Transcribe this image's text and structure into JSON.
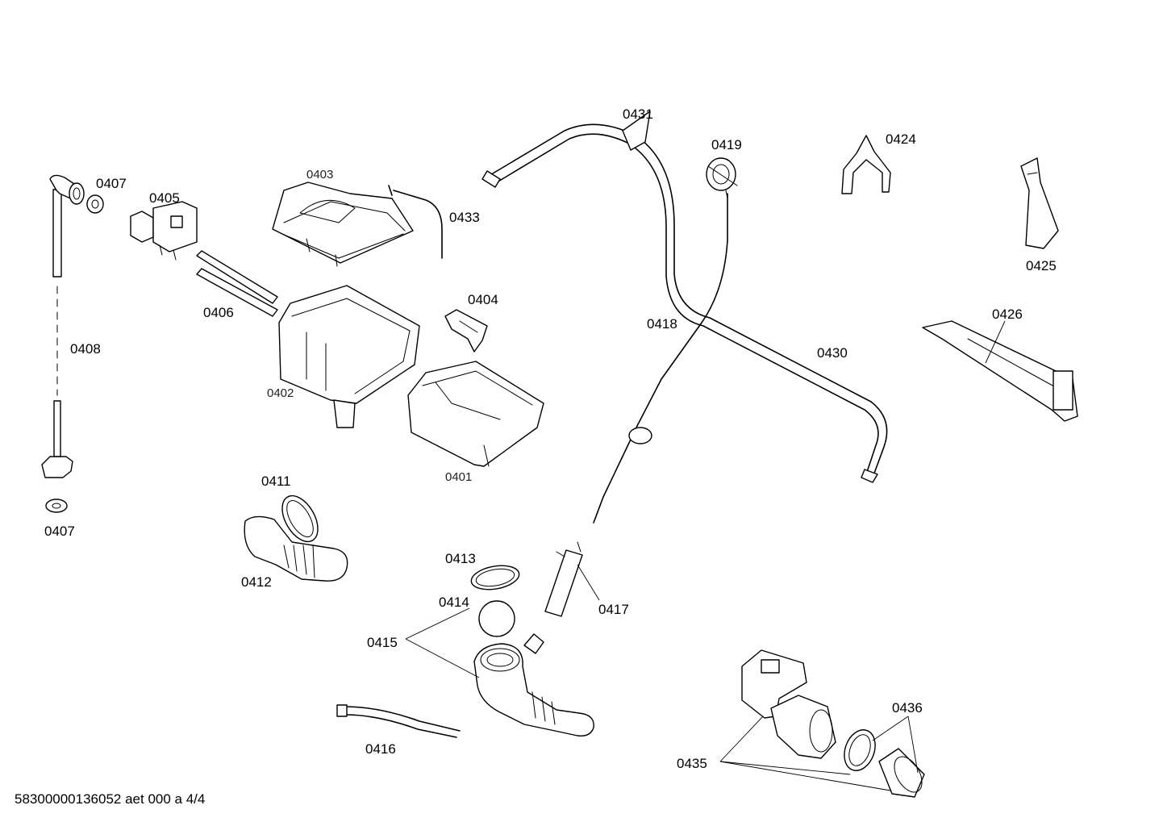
{
  "callouts": {
    "p0401": "0401",
    "p0402": "0402",
    "p0403": "0403",
    "p0404": "0404",
    "p0405": "0405",
    "p0406": "0406",
    "p0407_top": "0407",
    "p0407_bottom": "0407",
    "p0408": "0408",
    "p0411": "0411",
    "p0412": "0412",
    "p0413": "0413",
    "p0414": "0414",
    "p0415": "0415",
    "p0416": "0416",
    "p0417": "0417",
    "p0418": "0418",
    "p0419": "0419",
    "p0424": "0424",
    "p0425": "0425",
    "p0426": "0426",
    "p0430": "0430",
    "p0431": "0431",
    "p0433": "0433",
    "p0435": "0435",
    "p0436": "0436"
  },
  "footer": {
    "drawing_id": "58300000136052 aet 000 a 4/4"
  }
}
